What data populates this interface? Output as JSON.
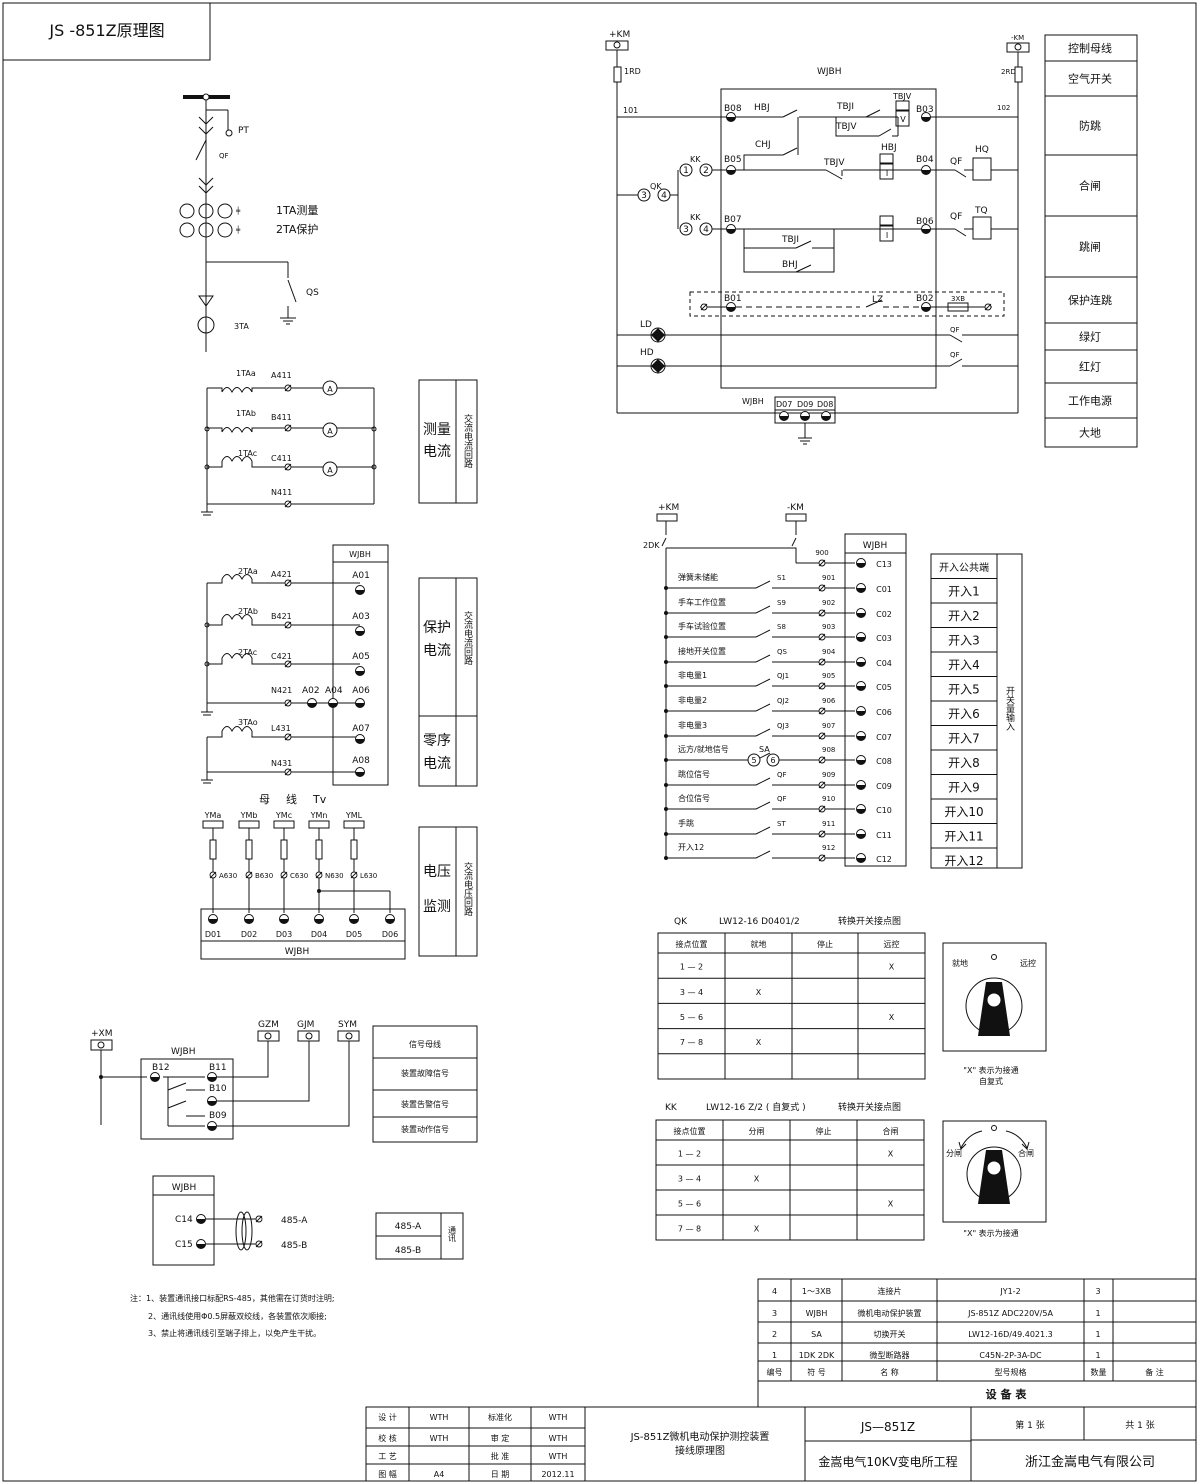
{
  "drawing_title": "JS -851Z原理图",
  "primary": {
    "pt": "PT",
    "qf": "QF",
    "ta1": "1TA测量",
    "ta2": "2TA保护",
    "qs": "QS",
    "ta3": "3TA"
  },
  "meas_current": {
    "cts": [
      "1TAa",
      "1TAb",
      "1TAc"
    ],
    "wires": [
      "A411",
      "B411",
      "C411",
      "N411"
    ],
    "meter": "A",
    "label_big": [
      "测量",
      "电流"
    ],
    "label_small": "交流电流回路"
  },
  "prot_current": {
    "wjbh": "WJBH",
    "cts": [
      "2TAa",
      "2TAb",
      "2TAc",
      "3TAo"
    ],
    "wires": [
      "A421",
      "B421",
      "C421",
      "N421",
      "L431",
      "N431"
    ],
    "terminals": [
      "A01",
      "A03",
      "A05",
      "A06",
      "A07",
      "A08"
    ],
    "mid_terms": [
      "A02",
      "A04"
    ],
    "label_big1": [
      "保护",
      "电流"
    ],
    "label_big2": [
      "零序",
      "电流"
    ],
    "label_small": "交流电流回路"
  },
  "voltage": {
    "title": [
      "母",
      "线",
      "Tv"
    ],
    "buses": [
      "YMa",
      "YMb",
      "YMc",
      "YMn",
      "YML"
    ],
    "wires": [
      "A630",
      "B630",
      "C630",
      "N630",
      "L630"
    ],
    "terminals": [
      "D01",
      "D02",
      "D03",
      "D04",
      "D05",
      "D06"
    ],
    "wjbh": "WJBH",
    "label_big": [
      "电压",
      "监测"
    ],
    "label_small": "交流电压回路"
  },
  "signal": {
    "xm": "+XM",
    "wjbh": "WJBH",
    "b12": "B12",
    "terminals": [
      "B11",
      "B10",
      "B09"
    ],
    "buses": [
      "GZM",
      "GJM",
      "SYM"
    ],
    "legend": [
      "信号母线",
      "装置故障信号",
      "装置告警信号",
      "装置动作信号"
    ]
  },
  "comm": {
    "wjbh": "WJBH",
    "terms": [
      "C14",
      "C15"
    ],
    "outs": [
      "485-A",
      "485-B"
    ],
    "legend": [
      "485-A",
      "485-B"
    ],
    "legend_tag": "通讯"
  },
  "notes": [
    "注：1、装置通讯接口标配RS-485，其他需在订货时注明;",
    "2、通讯线使用Φ0.5屏蔽双绞线，各装置依次顺接;",
    "3、禁止将通讯线引至端子排上，以免产生干扰。"
  ],
  "control": {
    "pkm": "+KM",
    "nkm": "-KM",
    "rd1": "1RD",
    "rd2": "2RD",
    "wjbh": "WJBH",
    "w101": "101",
    "w102": "102",
    "terms": [
      "B08",
      "B03",
      "B05",
      "B04",
      "B07",
      "B06",
      "B01",
      "B02"
    ],
    "relays": [
      "HBJ",
      "TBJI",
      "TBJV",
      "TBJV",
      "CHJ",
      "TBJV",
      "HBJ",
      "TBJI",
      "BHJ",
      "LZ"
    ],
    "coil_marks": [
      "V",
      "I",
      "I"
    ],
    "qf": "QF",
    "hq": "HQ",
    "tq": "TQ",
    "kk": "KK",
    "qk": "QK",
    "nums": [
      "1",
      "2",
      "3",
      "4",
      "3",
      "4"
    ],
    "xb": "3XB",
    "ld": "LD",
    "hd": "HD",
    "d_terms": [
      "D07",
      "D09",
      "D08"
    ],
    "legend": [
      "控制母线",
      "空气开关",
      "防跳",
      "合闸",
      "跳闸",
      "保护连跳",
      "绿灯",
      "红灯",
      "工作电源",
      "大地"
    ]
  },
  "inputs": {
    "pkm": "+KM",
    "nkm": "-KM",
    "dk": "2DK",
    "wjbh": "WJBH",
    "wires": [
      "900",
      "901",
      "902",
      "903",
      "904",
      "905",
      "906",
      "907",
      "908",
      "909",
      "910",
      "911",
      "912"
    ],
    "terms": [
      "C13",
      "C01",
      "C02",
      "C03",
      "C04",
      "C05",
      "C06",
      "C07",
      "C08",
      "C09",
      "C10",
      "C11",
      "C12"
    ],
    "signals": [
      "弹簧未储能",
      "手车工作位置",
      "手车试验位置",
      "接地开关位置",
      "非电量1",
      "非电量2",
      "非电量3",
      "远方/就地信号",
      "跳位信号",
      "合位信号",
      "手跳",
      "开入12"
    ],
    "contacts": [
      "S1",
      "S9",
      "S8",
      "QS",
      "QJ1",
      "QJ2",
      "QJ3",
      "SA",
      "QF",
      "QF",
      "ST",
      ""
    ],
    "legend": [
      "开入公共端",
      "开入1",
      "开入2",
      "开入3",
      "开入4",
      "开入5",
      "开入6",
      "开入7",
      "开入8",
      "开入9",
      "开入10",
      "开入11",
      "开入12"
    ],
    "legend_tag": "开关量输入",
    "sa_nums": [
      "5",
      "6"
    ]
  },
  "qk_table": {
    "head": [
      "QK",
      "LW12-16 D0401/2",
      "转换开关接点图"
    ],
    "cols": [
      "接点位置",
      "就地",
      "停止",
      "远控"
    ],
    "rows": [
      [
        "1 — 2",
        "",
        "",
        "X"
      ],
      [
        "3 — 4",
        "X",
        "",
        ""
      ],
      [
        "5 — 6",
        "",
        "",
        "X"
      ],
      [
        "7 — 8",
        "X",
        "",
        ""
      ],
      [
        "",
        "",
        "",
        ""
      ]
    ],
    "knob_left": "就地",
    "knob_right": "远控",
    "note": [
      "\"X\" 表示为接通",
      "自复式"
    ]
  },
  "kk_table": {
    "head": [
      "KK",
      "LW12-16 Z/2 ( 自复式 )",
      "转换开关接点图"
    ],
    "cols": [
      "接点位置",
      "分闸",
      "停止",
      "合闸"
    ],
    "rows": [
      [
        "1 — 2",
        "",
        "",
        "X"
      ],
      [
        "3 — 4",
        "X",
        "",
        ""
      ],
      [
        "5 — 6",
        "",
        "",
        "X"
      ],
      [
        "7 — 8",
        "X",
        "",
        ""
      ]
    ],
    "knob_left": "分闸",
    "knob_right": "合闸",
    "note": "\"X\" 表示为接通"
  },
  "equipment": {
    "rows": [
      [
        "4",
        "1～3XB",
        "连接片",
        "JY1-2",
        "3",
        ""
      ],
      [
        "3",
        "WJBH",
        "微机电动保护装置",
        "JS-851Z  ADC220V/5A",
        "1",
        ""
      ],
      [
        "2",
        "SA",
        "切换开关",
        "LW12-16D/49.4021.3",
        "1",
        ""
      ],
      [
        "1",
        "1DK  2DK",
        "微型断路器",
        "C45N-2P-3A-DC",
        "1",
        ""
      ]
    ],
    "header": [
      "编号",
      "符 号",
      "名 称",
      "型号规格",
      "数量",
      "备 注"
    ],
    "title": "设 备 表"
  },
  "title_block": {
    "left": [
      [
        "设 计",
        "WTH",
        "标准化",
        "WTH"
      ],
      [
        "校 核",
        "WTH",
        "审 定",
        "WTH"
      ],
      [
        "工 艺",
        "",
        "批 准",
        "WTH"
      ],
      [
        "图 幅",
        "A4",
        "日 期",
        "2012.11"
      ]
    ],
    "drawing_name": [
      "JS-851Z微机电动保护测控装置",
      "接线原理图"
    ],
    "model": "JS—851Z",
    "project": "金嵩电气10KV变电所工程",
    "sheet": "第 1 张",
    "total": "共 1 张",
    "company": "浙江金嵩电气有限公司"
  }
}
